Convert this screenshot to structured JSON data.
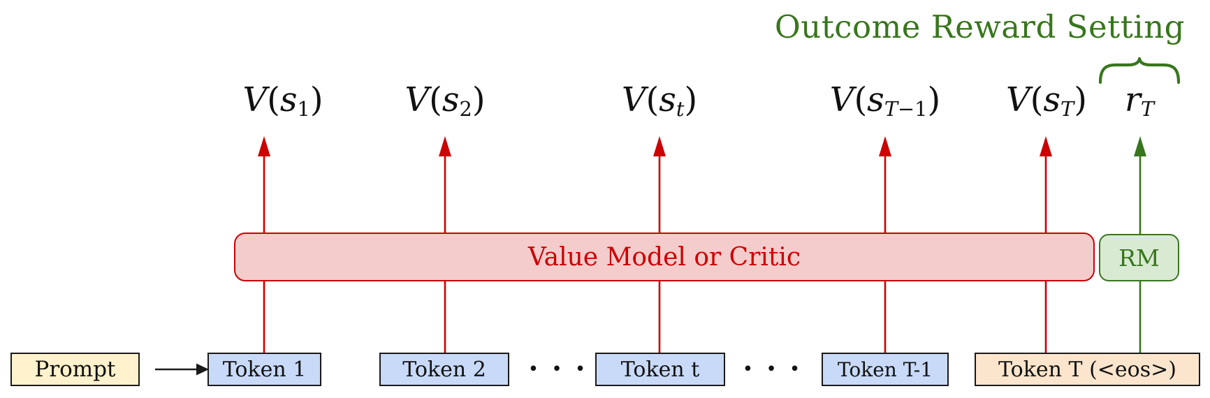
{
  "title": "Outcome Reward Setting",
  "value_labels": [
    {
      "base": "V",
      "open": "(",
      "arg": "s",
      "sub_it": "",
      "sub_up": "1",
      "close": ")"
    },
    {
      "base": "V",
      "open": "(",
      "arg": "s",
      "sub_it": "",
      "sub_up": "2",
      "close": ")"
    },
    {
      "base": "V",
      "open": "(",
      "arg": "s",
      "sub_it": "t",
      "sub_up": "",
      "close": ")"
    },
    {
      "base": "V",
      "open": "(",
      "arg": "s",
      "sub_it": "T",
      "sub_up": "−1",
      "close": ")"
    },
    {
      "base": "V",
      "open": "(",
      "arg": "s",
      "sub_it": "T",
      "sub_up": "",
      "close": ")"
    },
    {
      "base": "r",
      "open": "",
      "arg": "",
      "sub_it": "T",
      "sub_up": "",
      "close": ""
    }
  ],
  "critic_box": {
    "label": "Value Model or Critic"
  },
  "rm_box": {
    "label": "RM"
  },
  "prompt_box": {
    "label": "Prompt"
  },
  "tokens": [
    {
      "label": "Token 1"
    },
    {
      "label": "Token 2"
    },
    {
      "label": "Token t"
    },
    {
      "label": "Token T-1"
    },
    {
      "label": "Token T (<eos>)"
    }
  ],
  "ellipsis": "• • •",
  "colors": {
    "red": "#cc0000",
    "pink_fill": "#f4cccc",
    "green": "#38761d",
    "green_fill": "#d9ead3",
    "blue_fill": "#c9daf8",
    "yellow_fill": "#fff2cc",
    "peach_fill": "#fce5cd",
    "black": "#1a1a1a"
  }
}
